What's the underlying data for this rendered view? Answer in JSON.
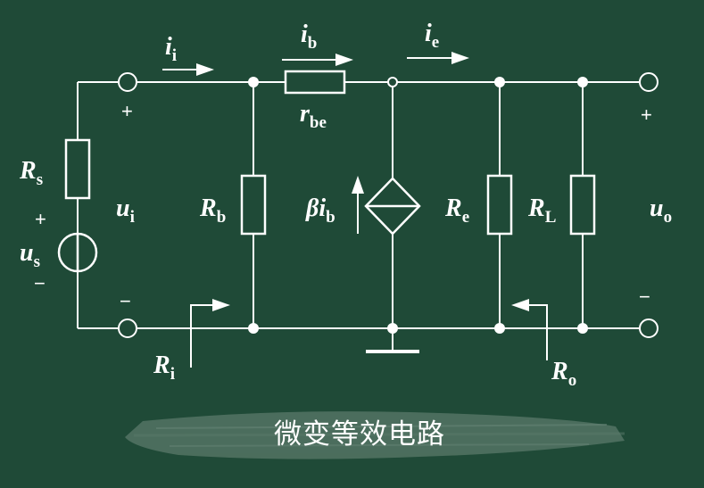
{
  "caption": "微变等效电路",
  "labels": {
    "Rs": {
      "main": "R",
      "sub": "s"
    },
    "us": {
      "main": "u",
      "sub": "s"
    },
    "ui": {
      "main": "u",
      "sub": "i"
    },
    "ii": {
      "main": "i",
      "sub": "i"
    },
    "ib": {
      "main": "i",
      "sub": "b"
    },
    "ie": {
      "main": "i",
      "sub": "e"
    },
    "rbe": {
      "main": "r",
      "sub": "be"
    },
    "Rb": {
      "main": "R",
      "sub": "b"
    },
    "bib": {
      "main": "βi",
      "sub": "b"
    },
    "Re": {
      "main": "R",
      "sub": "e"
    },
    "RL": {
      "main": "R",
      "sub": "L"
    },
    "uo": {
      "main": "u",
      "sub": "o"
    },
    "Ri": {
      "main": "R",
      "sub": "i"
    },
    "Ro": {
      "main": "R",
      "sub": "o"
    }
  },
  "signs": {
    "plus": "+",
    "minus": "−"
  },
  "colors": {
    "board": "#1f4a37",
    "stroke": "#ffffff",
    "chalk_band": "#6f8a7c"
  }
}
